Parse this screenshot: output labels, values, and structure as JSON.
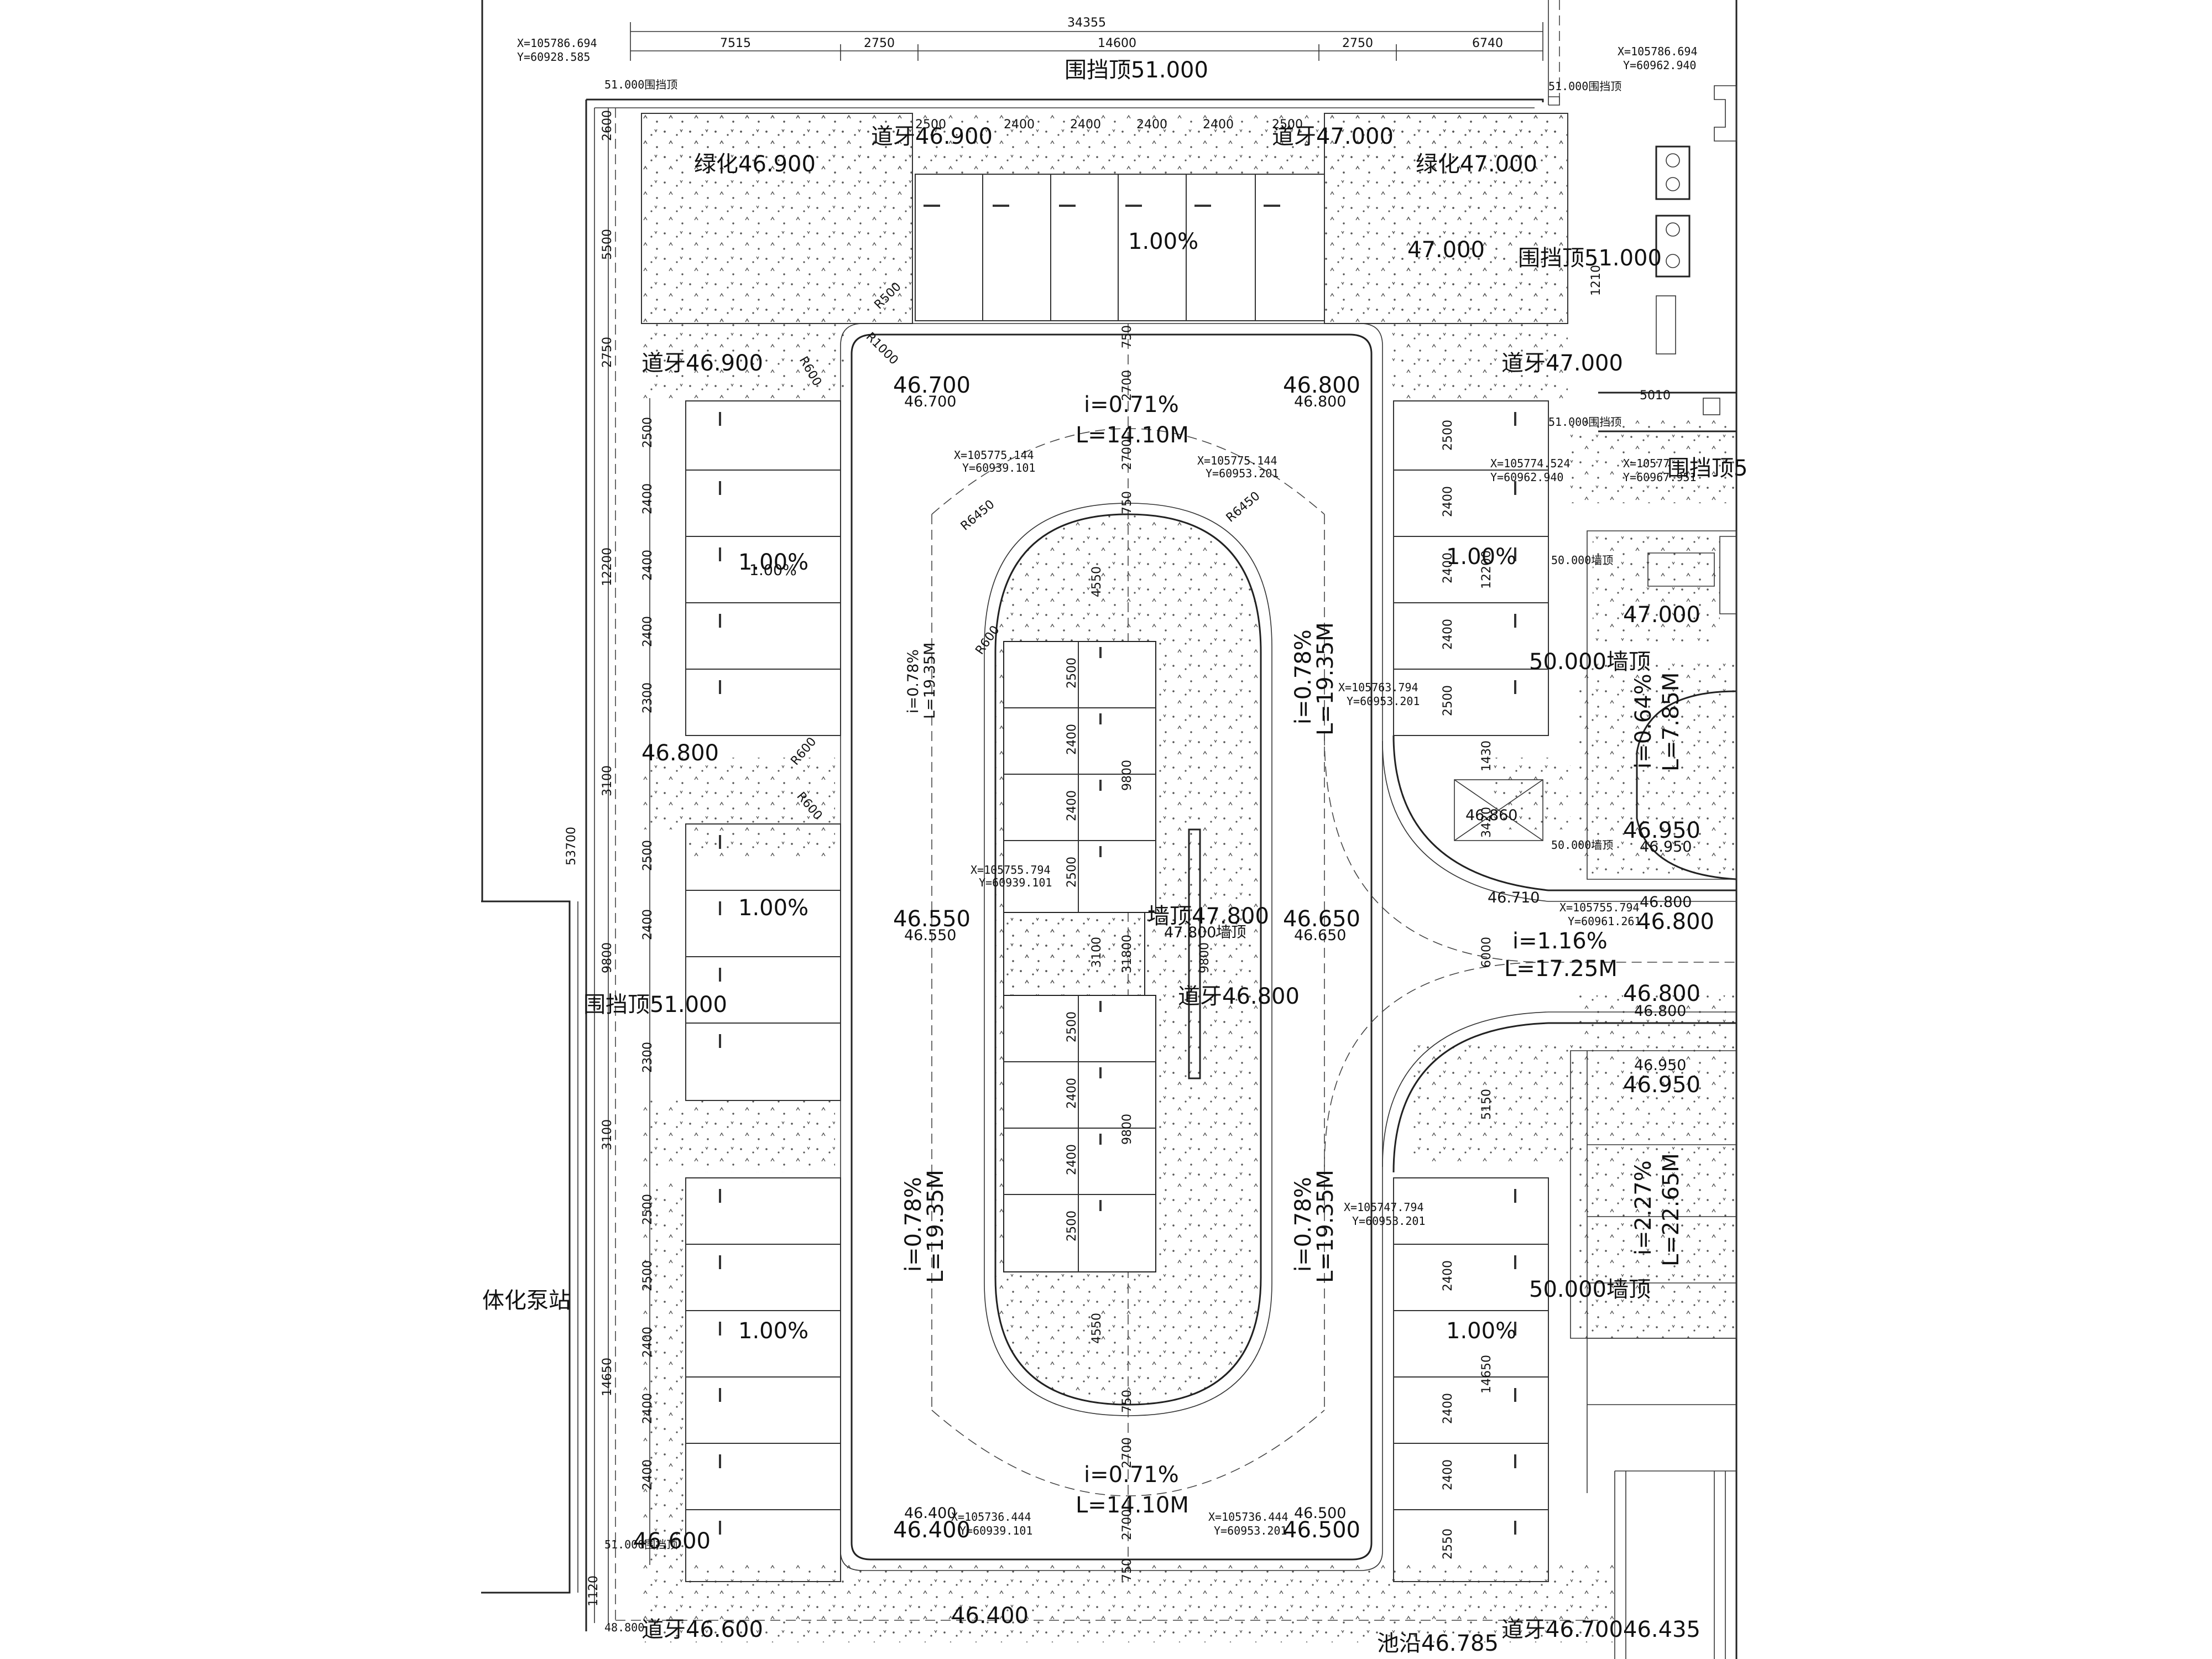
{
  "top_dims": [
    "34355",
    "7515",
    "2750",
    "14600",
    "2750",
    "6740"
  ],
  "left_dims": [
    "2600",
    "5500",
    "2750",
    "2500",
    "2400",
    "2400",
    "2400",
    "2300",
    "3100",
    "53700",
    "2500",
    "2400",
    "2300",
    "9800",
    "3100",
    "2500",
    "2500",
    "2400",
    "2400",
    "2400",
    "14650",
    "1120",
    "12200"
  ],
  "inner_dims": [
    "2500",
    "2400",
    "2400",
    "2400",
    "2400",
    "2500",
    "750",
    "2700",
    "2700",
    "750",
    "4550",
    "4550",
    "750",
    "2700",
    "2700",
    "750",
    "2500",
    "2400",
    "2400",
    "2500",
    "9800",
    "3100",
    "31800",
    "9800",
    "2500",
    "2400",
    "2400",
    "2500",
    "9800",
    "2500",
    "2400",
    "2400",
    "2400",
    "2500",
    "12200",
    "1430",
    "3420",
    "5150",
    "6000",
    "2400",
    "2400",
    "2400",
    "2550",
    "14650",
    "5010",
    "1210"
  ],
  "radii": [
    "R500",
    "R1000",
    "R600",
    "R6450",
    "R6450",
    "R600",
    "R600",
    "R600"
  ],
  "coords": [
    "X=105786.694",
    "Y=60928.585",
    "X=105786.694",
    "Y=60962.940",
    "X=105775.144",
    "Y=60939.101",
    "X=105775.144",
    "Y=60953.201",
    "X=105774.524",
    "Y=60962.940",
    "X=10577",
    "Y=60967.951",
    "X=105763.794",
    "Y=60953.201",
    "X=105755.794",
    "Y=60939.101",
    "X=105755.794",
    "Y=60961.261",
    "X=105747.794",
    "Y=60953.201",
    "X=105736.444",
    "Y=60939.101",
    "X=105736.444",
    "Y=60953.201"
  ],
  "labels": {
    "wall_top_main": "围挡顶51.000",
    "wall_top_left": "51.000围挡顶",
    "wall_top_right": "51.000围挡顶",
    "wall_top_right2": "围挡顶51.000",
    "wall_top_right3": "51.000围挡顶",
    "wall_top_right4": "围挡顶5",
    "wall_top_west": "围挡顶51.000",
    "wall_top_bl": "51.000围挡顶",
    "curb_tl": "道牙46.900",
    "curb_tr": "道牙47.000",
    "green_l": "绿化46.900",
    "green_r": "绿化47.000",
    "elev_47000": "47.000",
    "curb_ml": "道牙46.900",
    "curb_mr": "道牙47.000",
    "e_46700": "46.700",
    "e_46700s": "46.700",
    "e_46800": "46.800",
    "e_46800s": "46.800",
    "slope_top": "i=0.71%",
    "len_top": "L=14.10M",
    "slope_pct_1": "1.00%",
    "slope_pct_1s": "1.00%",
    "slope_center": "1.00%",
    "slope_right_a": "1.00%",
    "slope_left_2": "1.00%",
    "slope_left_3": "1.00%",
    "slope_right_b": "1.00%",
    "i078_a": "i=0.78%",
    "l1935_a": "L=19.35M",
    "i078_b": "i=0.78%",
    "l1935_b": "L=19.35M",
    "i078_c": "i=0.78%",
    "l1935_c": "L=19.35M",
    "i078_d": "i=0.78%",
    "l1935_d": "L=19.35M",
    "e_46800_w": "46.800",
    "e_46550": "46.550",
    "e_46550s": "46.550",
    "e_46650": "46.650",
    "e_46650s": "46.650",
    "wall47800": "墙顶47.800",
    "wall47800s": "47.800墙顶",
    "curb46800": "道牙46.800",
    "wall50_1": "50.000墙顶",
    "e_47000_r": "47.000",
    "wall50_big": "50.000墙顶",
    "i064": "i=0.64%",
    "l785": "L=7.85M",
    "e_46860": "46.860",
    "e_46950": "46.950",
    "e_46950s": "46.950",
    "wall50_2": "50.000墙顶",
    "e_46710": "46.710",
    "e_46800_r": "46.800",
    "e_46800_rs": "46.800",
    "i116": "i=1.16%",
    "l1725": "L=17.25M",
    "e_46800_r2": "46.800",
    "e_46800_r2s": "46.800",
    "e_46950_r": "46.950",
    "e_46950_rs": "46.950",
    "i227": "i=2.27%",
    "l2265": "L=22.65M",
    "wall50_3": "50.000墙顶",
    "pump": "体化泵站",
    "i071_b": "i=0.71%",
    "l1410_b": "L=14.10M",
    "e_46400": "46.400",
    "e_46400s": "46.400",
    "e_46500": "46.500",
    "e_46500s": "46.500",
    "e_46600": "46.600",
    "e_48800": "48.800",
    "curb46600": "道牙46.600",
    "e_46400_b": "46.400",
    "pool": "池沿46.785",
    "curb46700": "道牙46.700",
    "e_46435": "46.435"
  }
}
